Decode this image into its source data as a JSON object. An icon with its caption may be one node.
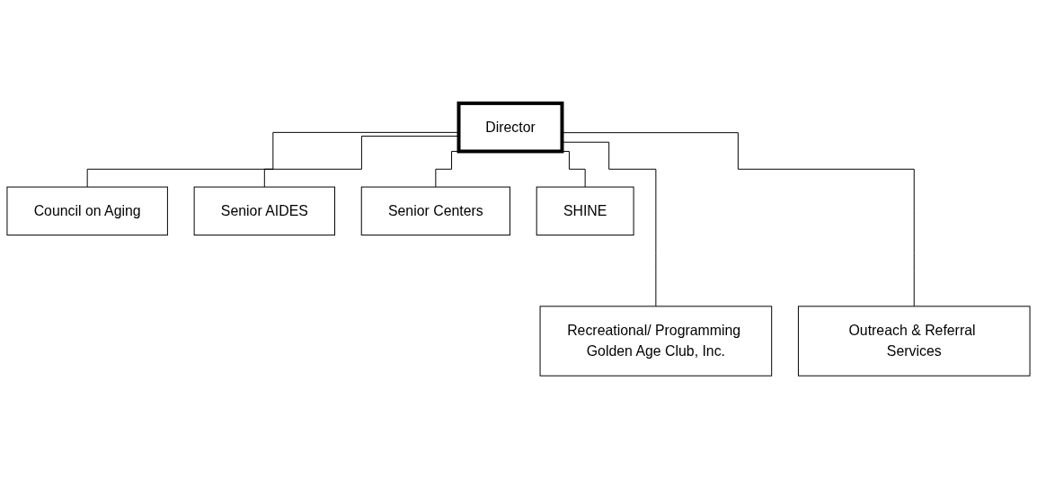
{
  "diagram": {
    "nodes": [
      {
        "text": [
          "Director"
        ]
      },
      {
        "text": [
          "Council on Aging"
        ]
      },
      {
        "text": [
          "Senior AIDES"
        ]
      },
      {
        "text": [
          "Senior Centers"
        ]
      },
      {
        "text": [
          "SHINE"
        ]
      },
      {
        "text": [
          "Recreational/ Programming Golden Age Club, Inc."
        ]
      },
      {
        "text": [
          "Outreach & Referral Services"
        ]
      }
    ],
    "edges": [
      {
        "from": 0,
        "to": 1,
        "arrow": "none"
      },
      {
        "from": 0,
        "to": 5,
        "arrow": "none"
      },
      {
        "from": 0,
        "to": 2,
        "arrow": "none"
      },
      {
        "from": 0,
        "to": 3,
        "arrow": "none"
      },
      {
        "from": 0,
        "to": 6,
        "arrow": "none"
      },
      {
        "from": 0,
        "to": 4,
        "arrow": "none"
      }
    ]
  }
}
